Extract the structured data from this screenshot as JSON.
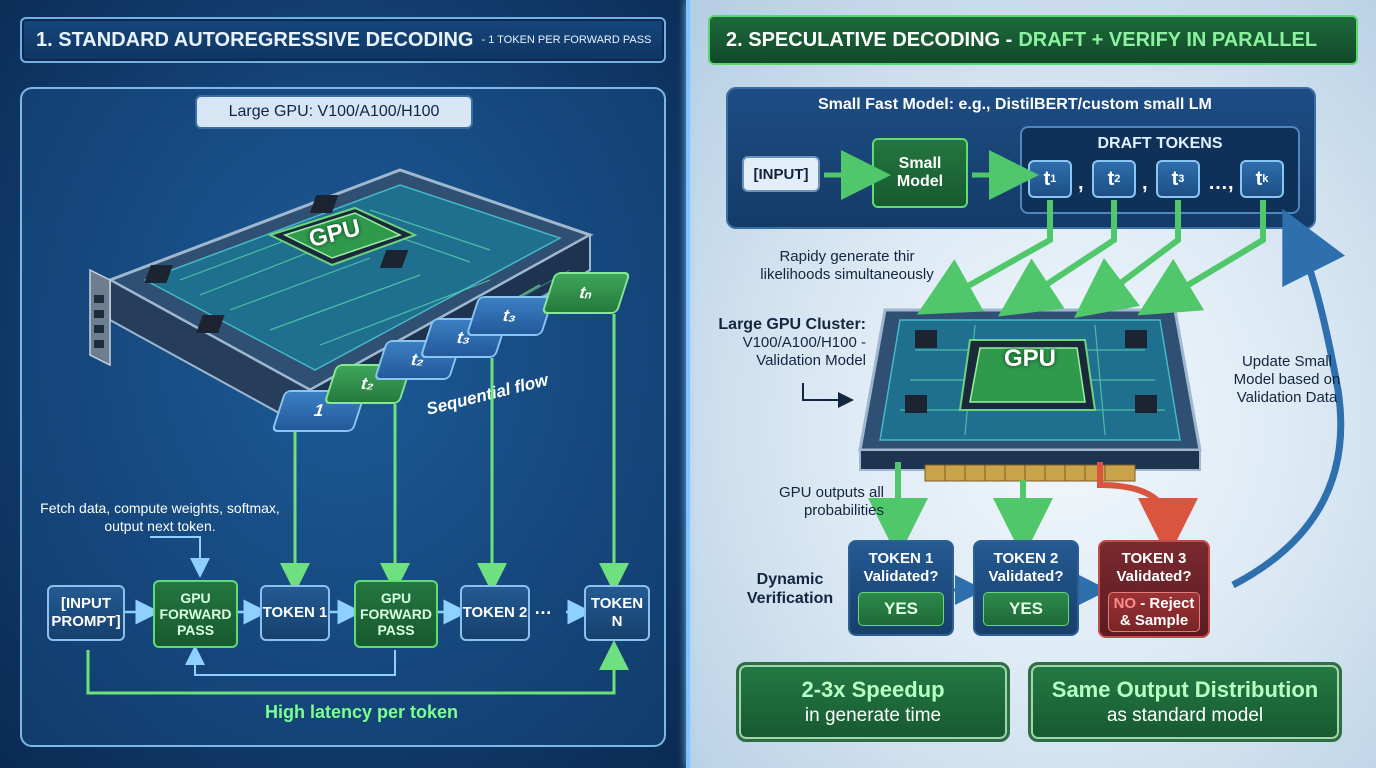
{
  "left": {
    "title": "1. STANDARD AUTOREGRESSIVE DECODING",
    "title_sub": "- 1 TOKEN PER FORWARD PASS",
    "gpu_label": "Large GPU: V100/A100/H100",
    "gpu_chip": "GPU",
    "seq_tokens": [
      "1",
      "t₂",
      "t₂",
      "t₃",
      "t₃",
      "…",
      "tₙ"
    ],
    "sequential_flow": "Sequential flow",
    "fetch_note": "Fetch data, compute weights, softmax, output next token.",
    "flow": {
      "input": "[INPUT PROMPT]",
      "pass1": "GPU FORWARD PASS",
      "token1": "TOKEN 1",
      "pass2": "GPU FORWARD PASS",
      "token2": "TOKEN 2",
      "ellipsis": "…",
      "tokenN": "TOKEN N"
    },
    "latency": "High latency per token"
  },
  "right": {
    "title": "2. SPECULATIVE DECODING -",
    "title_highlight": "DRAFT + VERIFY IN PARALLEL",
    "small_model_title": "Small Fast Model: e.g., DistilBERT/custom small LM",
    "input": "[INPUT]",
    "small_model": "Small Model",
    "draft_title": "DRAFT TOKENS",
    "draft_tokens": [
      "t",
      "t",
      "t",
      "t"
    ],
    "draft_subs": [
      "1",
      "2",
      "3",
      "k"
    ],
    "draft_seps": [
      ",",
      ",",
      ",",
      "…,"
    ],
    "rapid_note": "Rapidy generate thir likelihoods simultaneously",
    "cluster_title": "Large GPU Cluster:",
    "cluster_sub": "V100/A100/H100 - Validation Model",
    "gpu_chip": "GPU",
    "outputs_note": "GPU outputs all probabilities",
    "update_note": "Update Small Model based on Validation Data",
    "dynamic": "Dynamic Verification",
    "validations": [
      {
        "q": "TOKEN 1 Validated?",
        "ans": "YES"
      },
      {
        "q": "TOKEN 2 Validated?",
        "ans": "YES"
      },
      {
        "q": "TOKEN 3 Validated?",
        "no": "NO",
        "rest": "- Reject",
        "rest2": "& Sample"
      }
    ],
    "result1_big": "2-3x Speedup",
    "result1_small": "in generate time",
    "result2_big": "Same Output Distribution",
    "result2_small": "as standard model"
  }
}
